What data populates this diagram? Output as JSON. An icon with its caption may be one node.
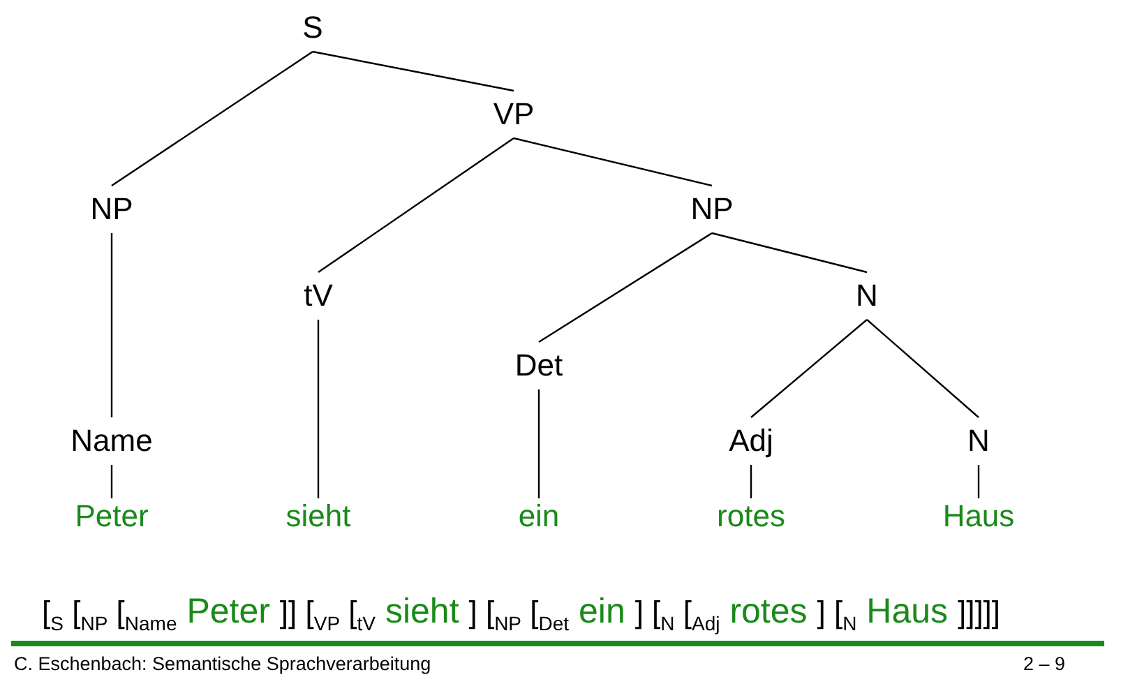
{
  "diagram": {
    "nodes": [
      {
        "text": [
          "S"
        ]
      },
      {
        "text": [
          "VP"
        ]
      },
      {
        "text": [
          "NP"
        ]
      },
      {
        "text": [
          "tV"
        ]
      },
      {
        "text": [
          "NP"
        ]
      },
      {
        "text": [
          "Det"
        ]
      },
      {
        "text": [
          "N"
        ]
      },
      {
        "text": [
          "Name"
        ]
      },
      {
        "text": [
          "Adj"
        ]
      },
      {
        "text": [
          "N"
        ]
      },
      {
        "text": [
          "Peter"
        ]
      },
      {
        "text": [
          "sieht"
        ]
      },
      {
        "text": [
          "ein"
        ]
      },
      {
        "text": [
          "rotes"
        ]
      },
      {
        "text": [
          "Haus"
        ]
      }
    ],
    "edges": [
      {
        "from": 0,
        "to": 2,
        "arrow": "none"
      },
      {
        "from": 0,
        "to": 1,
        "arrow": "none"
      },
      {
        "from": 1,
        "to": 3,
        "arrow": "none"
      },
      {
        "from": 1,
        "to": 4,
        "arrow": "none"
      },
      {
        "from": 2,
        "to": 7,
        "arrow": "none"
      },
      {
        "from": 4,
        "to": 5,
        "arrow": "none"
      },
      {
        "from": 4,
        "to": 6,
        "arrow": "none"
      },
      {
        "from": 6,
        "to": 8,
        "arrow": "none"
      },
      {
        "from": 6,
        "to": 9,
        "arrow": "none"
      },
      {
        "from": 7,
        "to": 10,
        "arrow": "none"
      },
      {
        "from": 3,
        "to": 11,
        "arrow": "none"
      },
      {
        "from": 5,
        "to": 12,
        "arrow": "none"
      },
      {
        "from": 8,
        "to": 13,
        "arrow": "none"
      },
      {
        "from": 9,
        "to": 14,
        "arrow": "none"
      }
    ],
    "labels": [
      "[$_{S}$ [$_{NP}$ [$_{Name}$",
      "Peter",
      "]] [$_{VP}$ [$_{tV}$",
      "sieht",
      "] [$_{NP}$ [$_{Det}$",
      "ein",
      "] [$_{N}$ [$_{Adj}$",
      "rotes",
      "] [$_{N}$",
      "Haus",
      "]]]]]",
      "C. Eschenbach: Semantische Sprachverarbeitung",
      "2 – 9"
    ]
  }
}
